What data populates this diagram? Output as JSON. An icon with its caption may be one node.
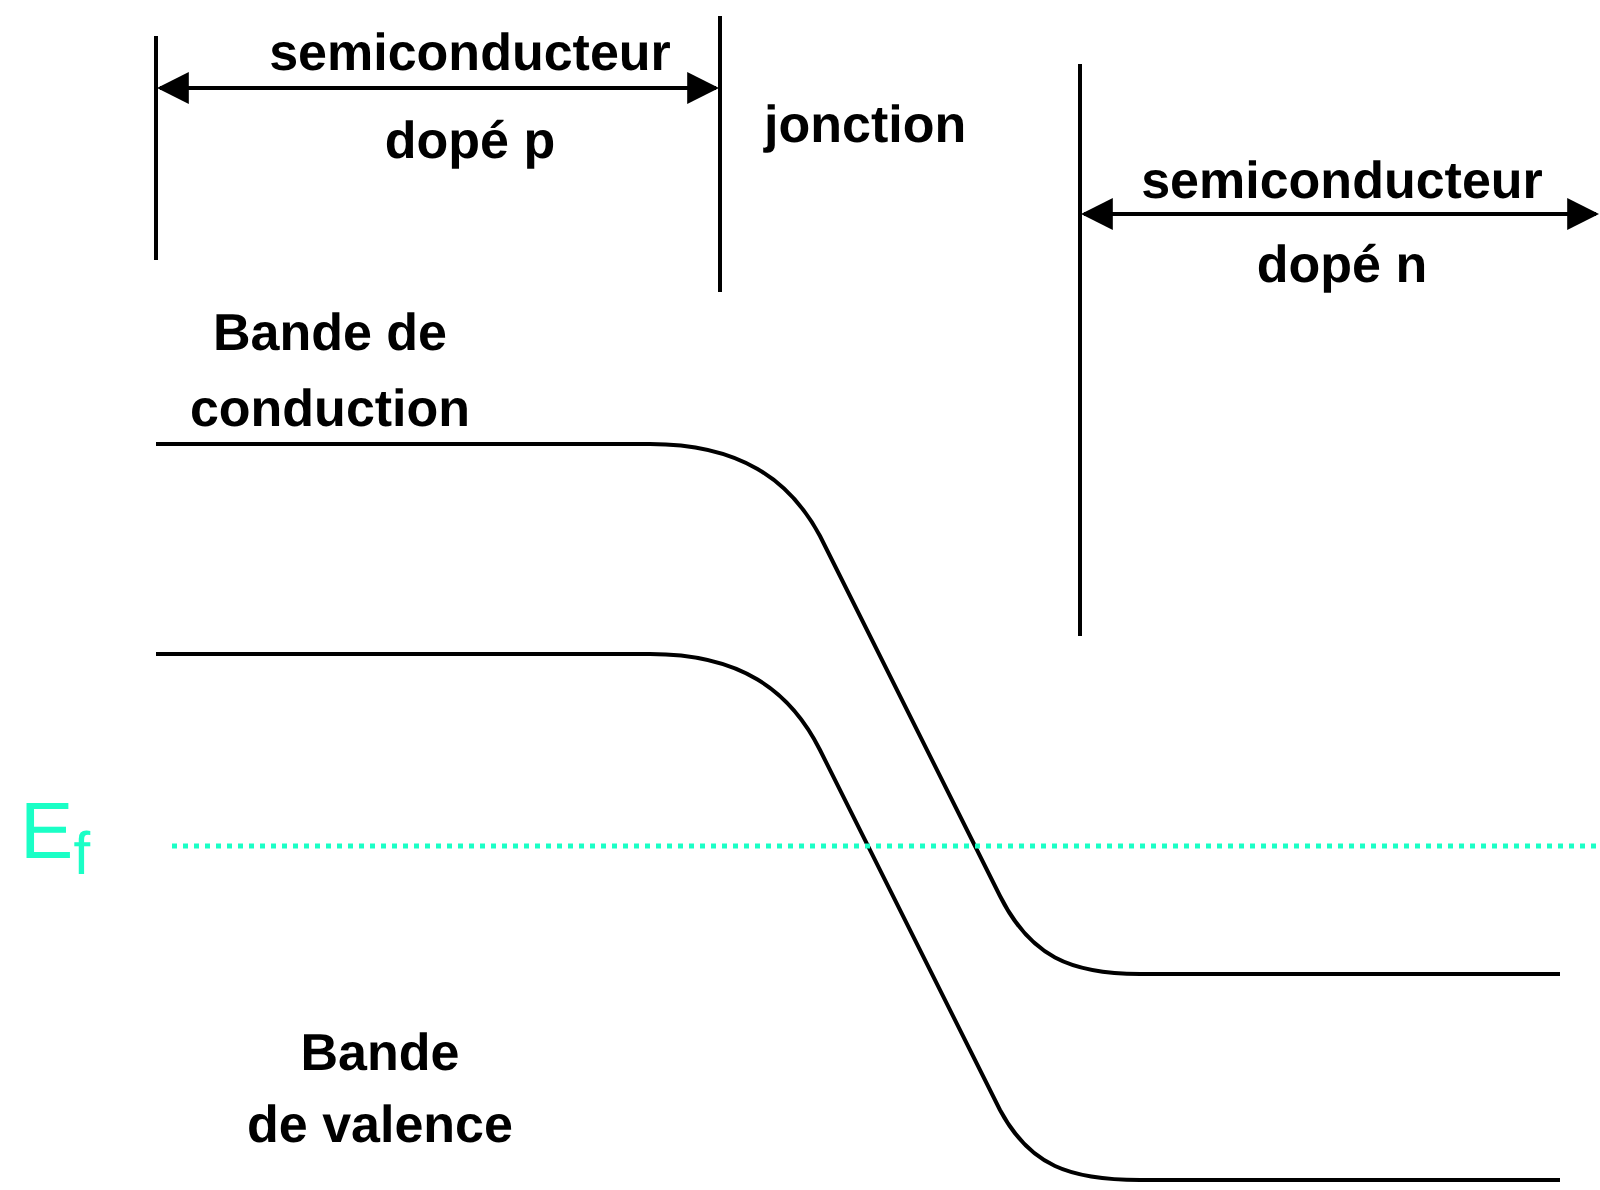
{
  "diagram": {
    "labels": [
      "semiconducteur",
      "dopé p",
      "jonction",
      "semiconducteur",
      "dopé n",
      "Bande de",
      "conduction",
      "E$_{f}$",
      "Bande",
      "de valence"
    ]
  }
}
